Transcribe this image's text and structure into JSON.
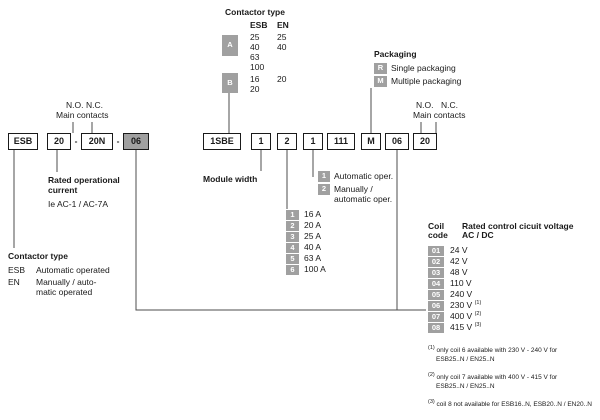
{
  "colors": {
    "gray": "#a0a0a0",
    "line": "#4d4d4d"
  },
  "top_table": {
    "title": "Contactor type",
    "header_esb": "ESB",
    "header_en": "EN",
    "group_a_code": "A",
    "group_b_code": "B",
    "rows_a": [
      {
        "esb": "25",
        "en": "25"
      },
      {
        "esb": "40",
        "en": "40"
      },
      {
        "esb": "63",
        "en": ""
      },
      {
        "esb": "100",
        "en": ""
      }
    ],
    "rows_b": [
      {
        "esb": "16",
        "en": "20"
      },
      {
        "esb": "20",
        "en": ""
      }
    ]
  },
  "packaging": {
    "title": "Packaging",
    "options": [
      {
        "code": "R",
        "label": "Single packaging"
      },
      {
        "code": "M",
        "label": "Multiple packaging"
      }
    ]
  },
  "contacts_left": {
    "no": "N.O.",
    "nc": "N.C.",
    "label": "Main contacts"
  },
  "contacts_right": {
    "no": "N.O.",
    "nc": "N.C.",
    "label": "Main contacts"
  },
  "code_left": {
    "s0": "ESB",
    "s1": "20",
    "d1": "-",
    "s2": "20N",
    "d2": "-",
    "s3": "06"
  },
  "code_right": {
    "s0": "1SBE",
    "s1": "1",
    "s2": "2",
    "s3": "1",
    "s4": "111",
    "s5": "M",
    "s6": "06",
    "s7": "20"
  },
  "rated_current": {
    "line1": "Rated operational",
    "line2": "current",
    "sub": "Ie AC-1 / AC-7A"
  },
  "module_width_label": "Module width",
  "operation": [
    {
      "code": "1",
      "l1": "Automatic oper.",
      "l2": ""
    },
    {
      "code": "2",
      "l1": "Manually /",
      "l2": "automatic oper."
    }
  ],
  "amperage": [
    {
      "code": "1",
      "label": "16 A"
    },
    {
      "code": "2",
      "label": "20 A"
    },
    {
      "code": "3",
      "label": "25 A"
    },
    {
      "code": "4",
      "label": "40 A"
    },
    {
      "code": "5",
      "label": "63 A"
    },
    {
      "code": "6",
      "label": "100 A"
    }
  ],
  "coil_table": {
    "h1a": "Coil",
    "h1b": "code",
    "h2a": "Rated control cicuit voltage",
    "h2b": "AC / DC",
    "rows": [
      {
        "code": "01",
        "label": "24 V",
        "sup": ""
      },
      {
        "code": "02",
        "label": "42 V",
        "sup": ""
      },
      {
        "code": "03",
        "label": "48 V",
        "sup": ""
      },
      {
        "code": "04",
        "label": "110 V",
        "sup": ""
      },
      {
        "code": "05",
        "label": "240 V",
        "sup": ""
      },
      {
        "code": "06",
        "label": "230 V",
        "sup": "(1)"
      },
      {
        "code": "07",
        "label": "400 V",
        "sup": "(2)"
      },
      {
        "code": "08",
        "label": "415 V",
        "sup": "(3)"
      }
    ]
  },
  "type_legend": {
    "title": "Contactor type",
    "rows": [
      {
        "code": "ESB",
        "l1": "Automatic operated",
        "l2": ""
      },
      {
        "code": "EN",
        "l1": "Manually / auto-",
        "l2": "matic operated"
      }
    ]
  },
  "footnotes": [
    {
      "sup": "(1)",
      "l1": "only coil 6 available with 230 V - 240 V for",
      "l2": "ESB25..N / EN25..N"
    },
    {
      "sup": "(2)",
      "l1": "only coil 7 available with 400 V - 415 V for",
      "l2": "ESB25..N / EN25..N"
    },
    {
      "sup": "(3)",
      "l1": "coil 8 not available for ESB16..N, ESB20..N / EN20..N",
      "l2": ""
    }
  ]
}
